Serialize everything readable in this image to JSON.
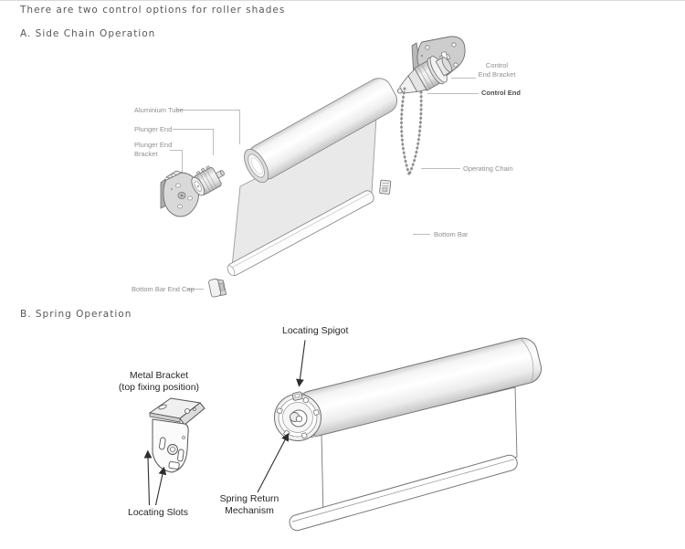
{
  "page": {
    "title": "There are two control options for roller shades",
    "colors": {
      "background": "#ffffff",
      "heading_text": "#58585a",
      "diagram_a_label_text": "#8f8f8f",
      "diagram_a_bold_label_text": "#4d4d4d",
      "diagram_b_label_text": "#262626",
      "leader_line": "#bdbdbd",
      "arrow_line": "#2e2e2e",
      "drawing_outline": "#6d6d6d",
      "fabric_fill": "#e9e9e9"
    }
  },
  "diagram_a": {
    "heading": "A. Side Chain Operation",
    "labels": {
      "aluminium_tube": "Aluminium Tube",
      "plunger_end": "Plunger End",
      "plunger_end_bracket": "Plunger End\nBracket",
      "control_end_bracket": "Control\nEnd Bracket",
      "control_end": "Control End",
      "operating_chain": "Operating Chain",
      "bottom_bar": "Bottom Bar",
      "bottom_bar_end_cap": "Bottom Bar End Cap"
    }
  },
  "diagram_b": {
    "heading": "B. Spring Operation",
    "labels": {
      "locating_spigot": "Locating Spigot",
      "metal_bracket": "Metal Bracket\n(top fixing position)",
      "locating_slots": "Locating Slots",
      "spring_return_mechanism": "Spring Return\nMechanism"
    }
  }
}
